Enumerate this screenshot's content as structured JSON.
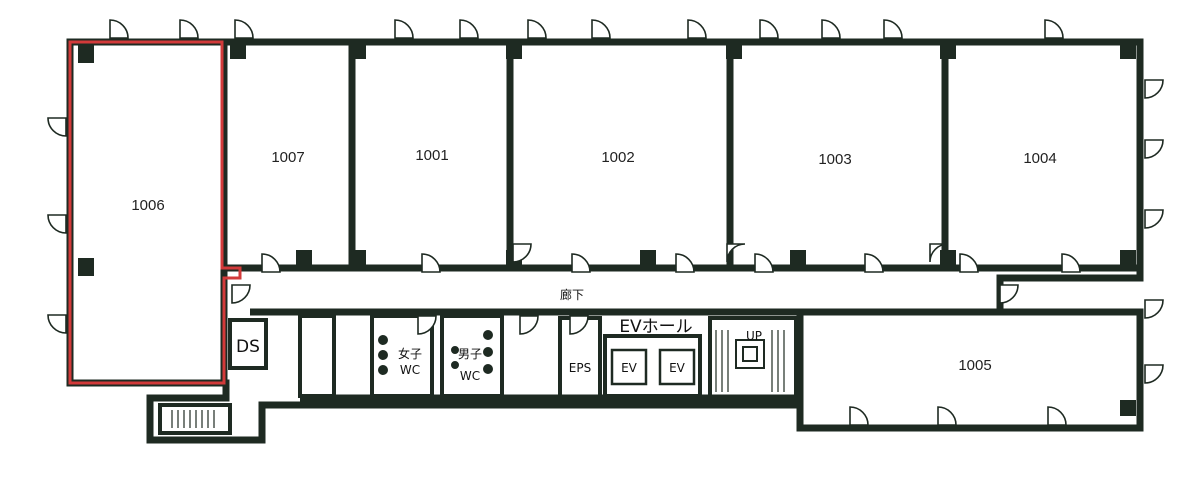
{
  "rooms": {
    "r1006": "1006",
    "r1007": "1007",
    "r1001": "1001",
    "r1002": "1002",
    "r1003": "1003",
    "r1004": "1004",
    "r1005": "1005"
  },
  "labels": {
    "corridor": "廊下",
    "ev_hall": "EVホール",
    "ds": "DS",
    "eps": "EPS",
    "ev1": "EV",
    "ev2": "EV",
    "up": "UP",
    "womens_wc_1": "女子",
    "womens_wc_2": "WC",
    "mens_wc_1": "男子",
    "mens_wc_2": "WC"
  },
  "colors": {
    "wall": "#1e2a22",
    "highlight": "#d23a3a",
    "background": "#ffffff"
  }
}
